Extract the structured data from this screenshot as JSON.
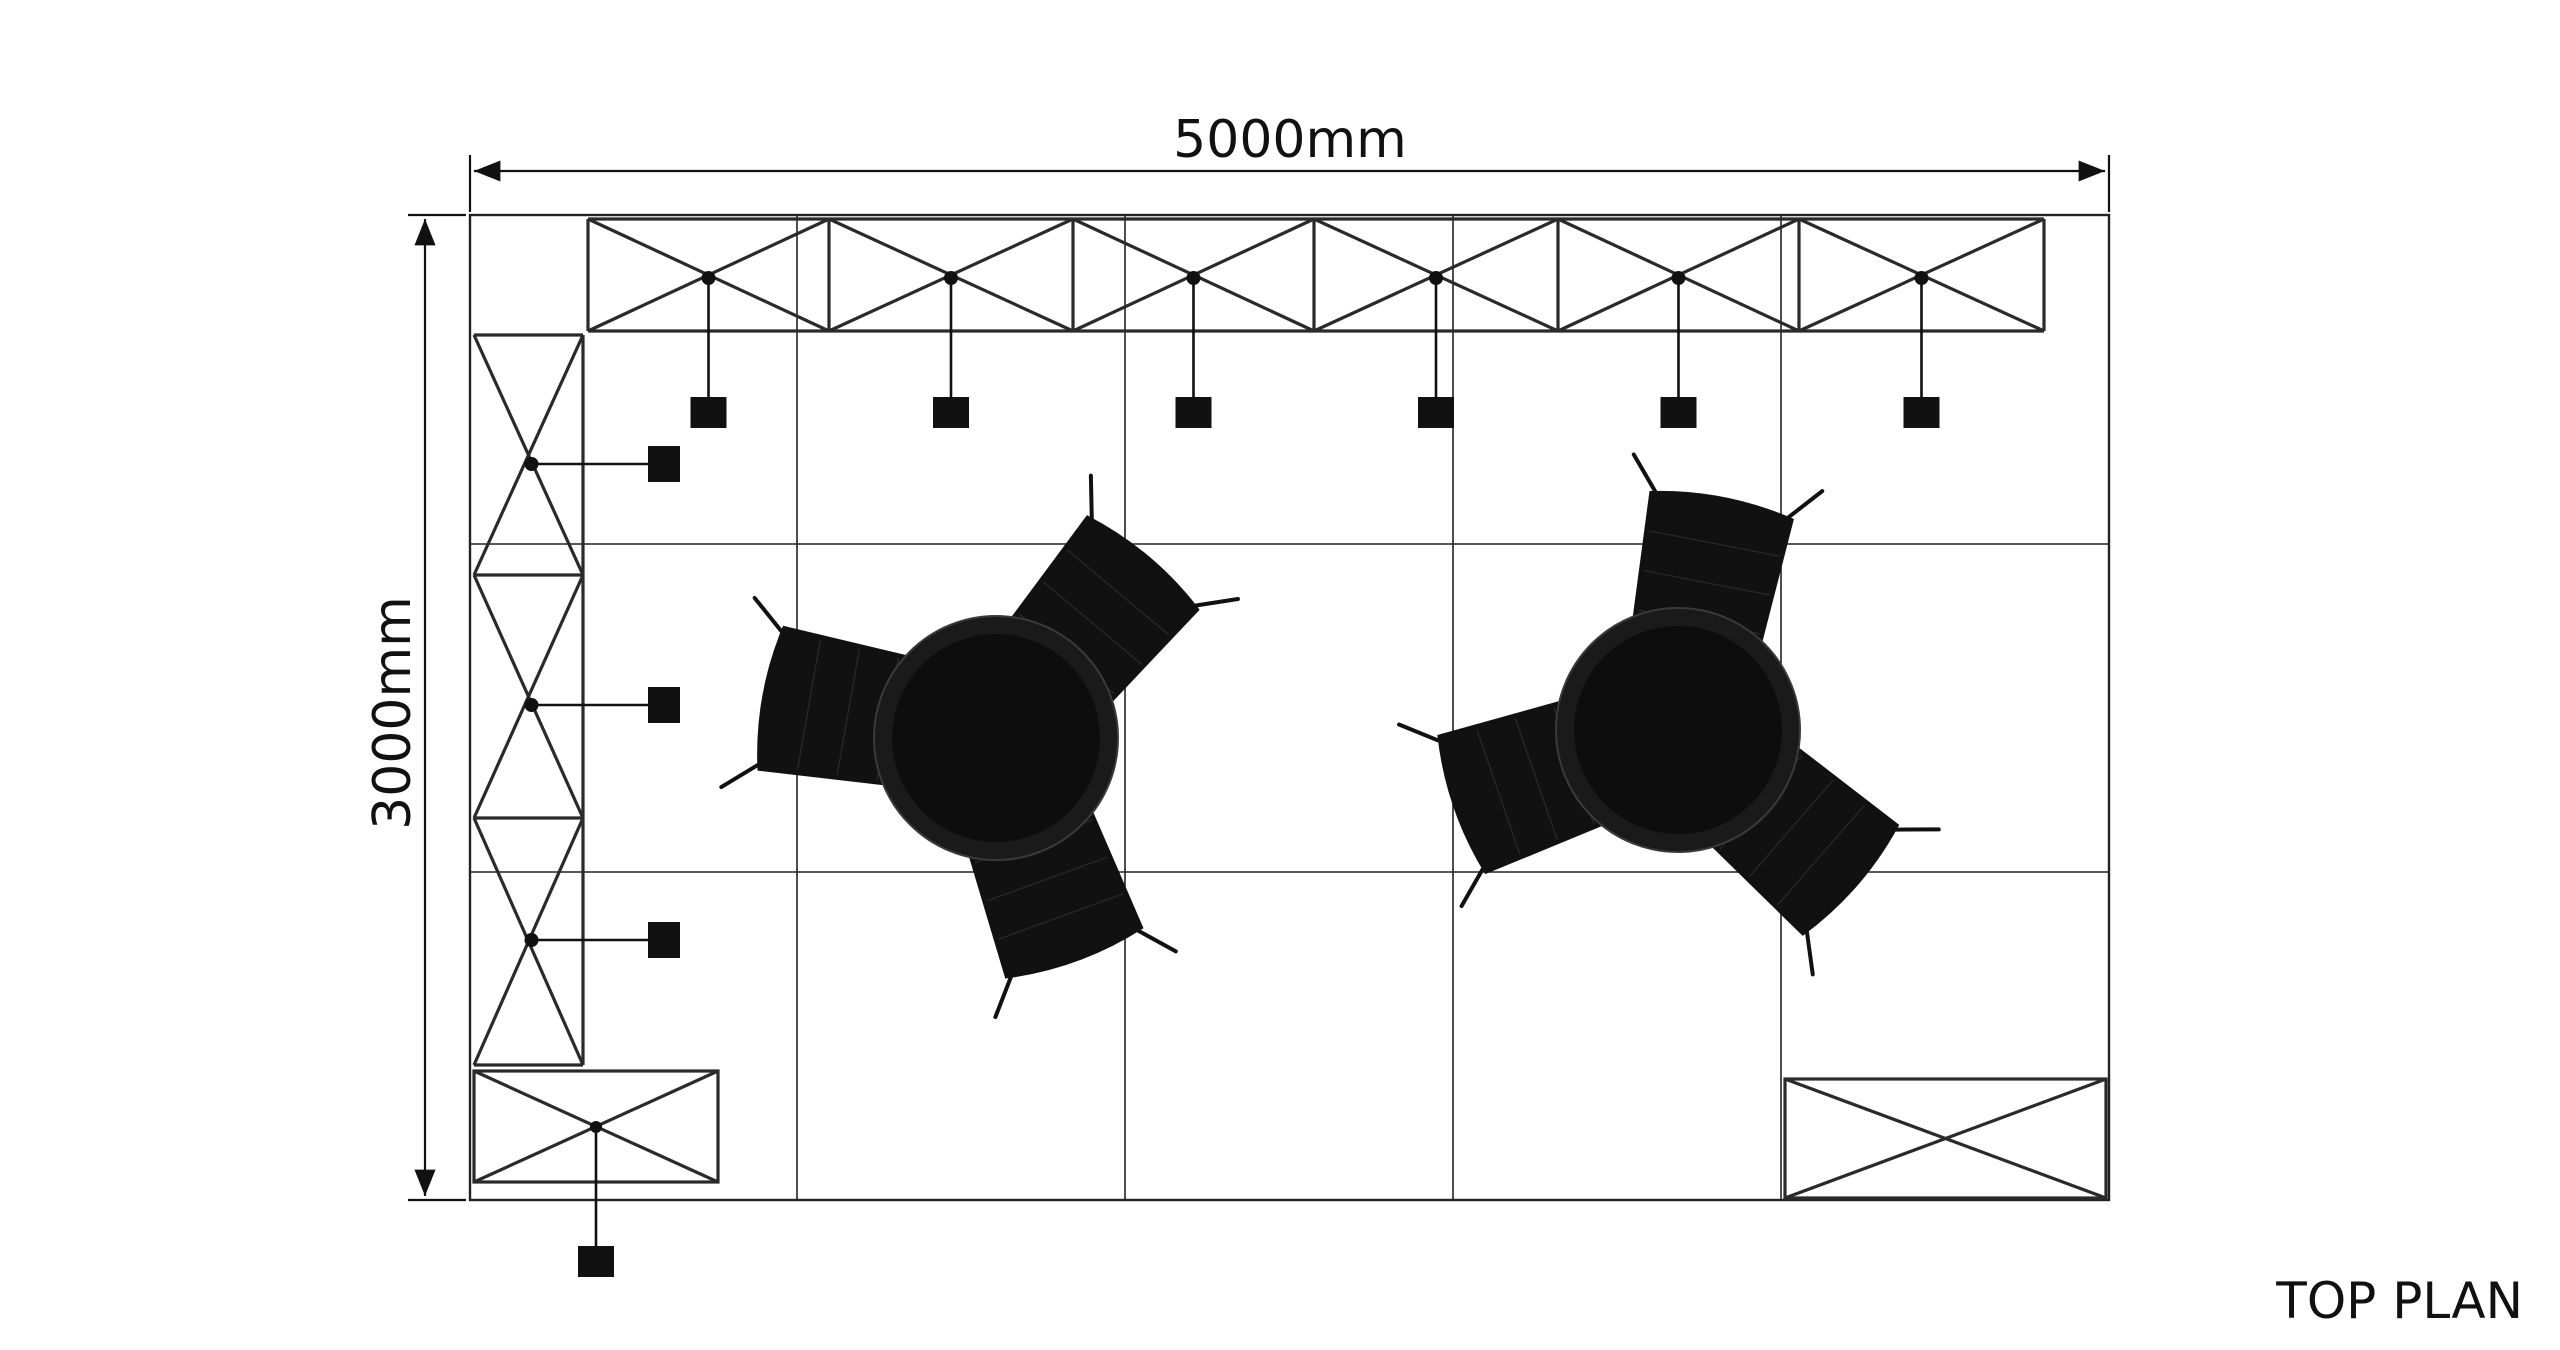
{
  "drawing": {
    "width_label": "5000mm",
    "height_label": "3000mm",
    "view_title": "TOP PLAN"
  },
  "colors": {
    "ink": "#111111",
    "background": "#ffffff"
  }
}
